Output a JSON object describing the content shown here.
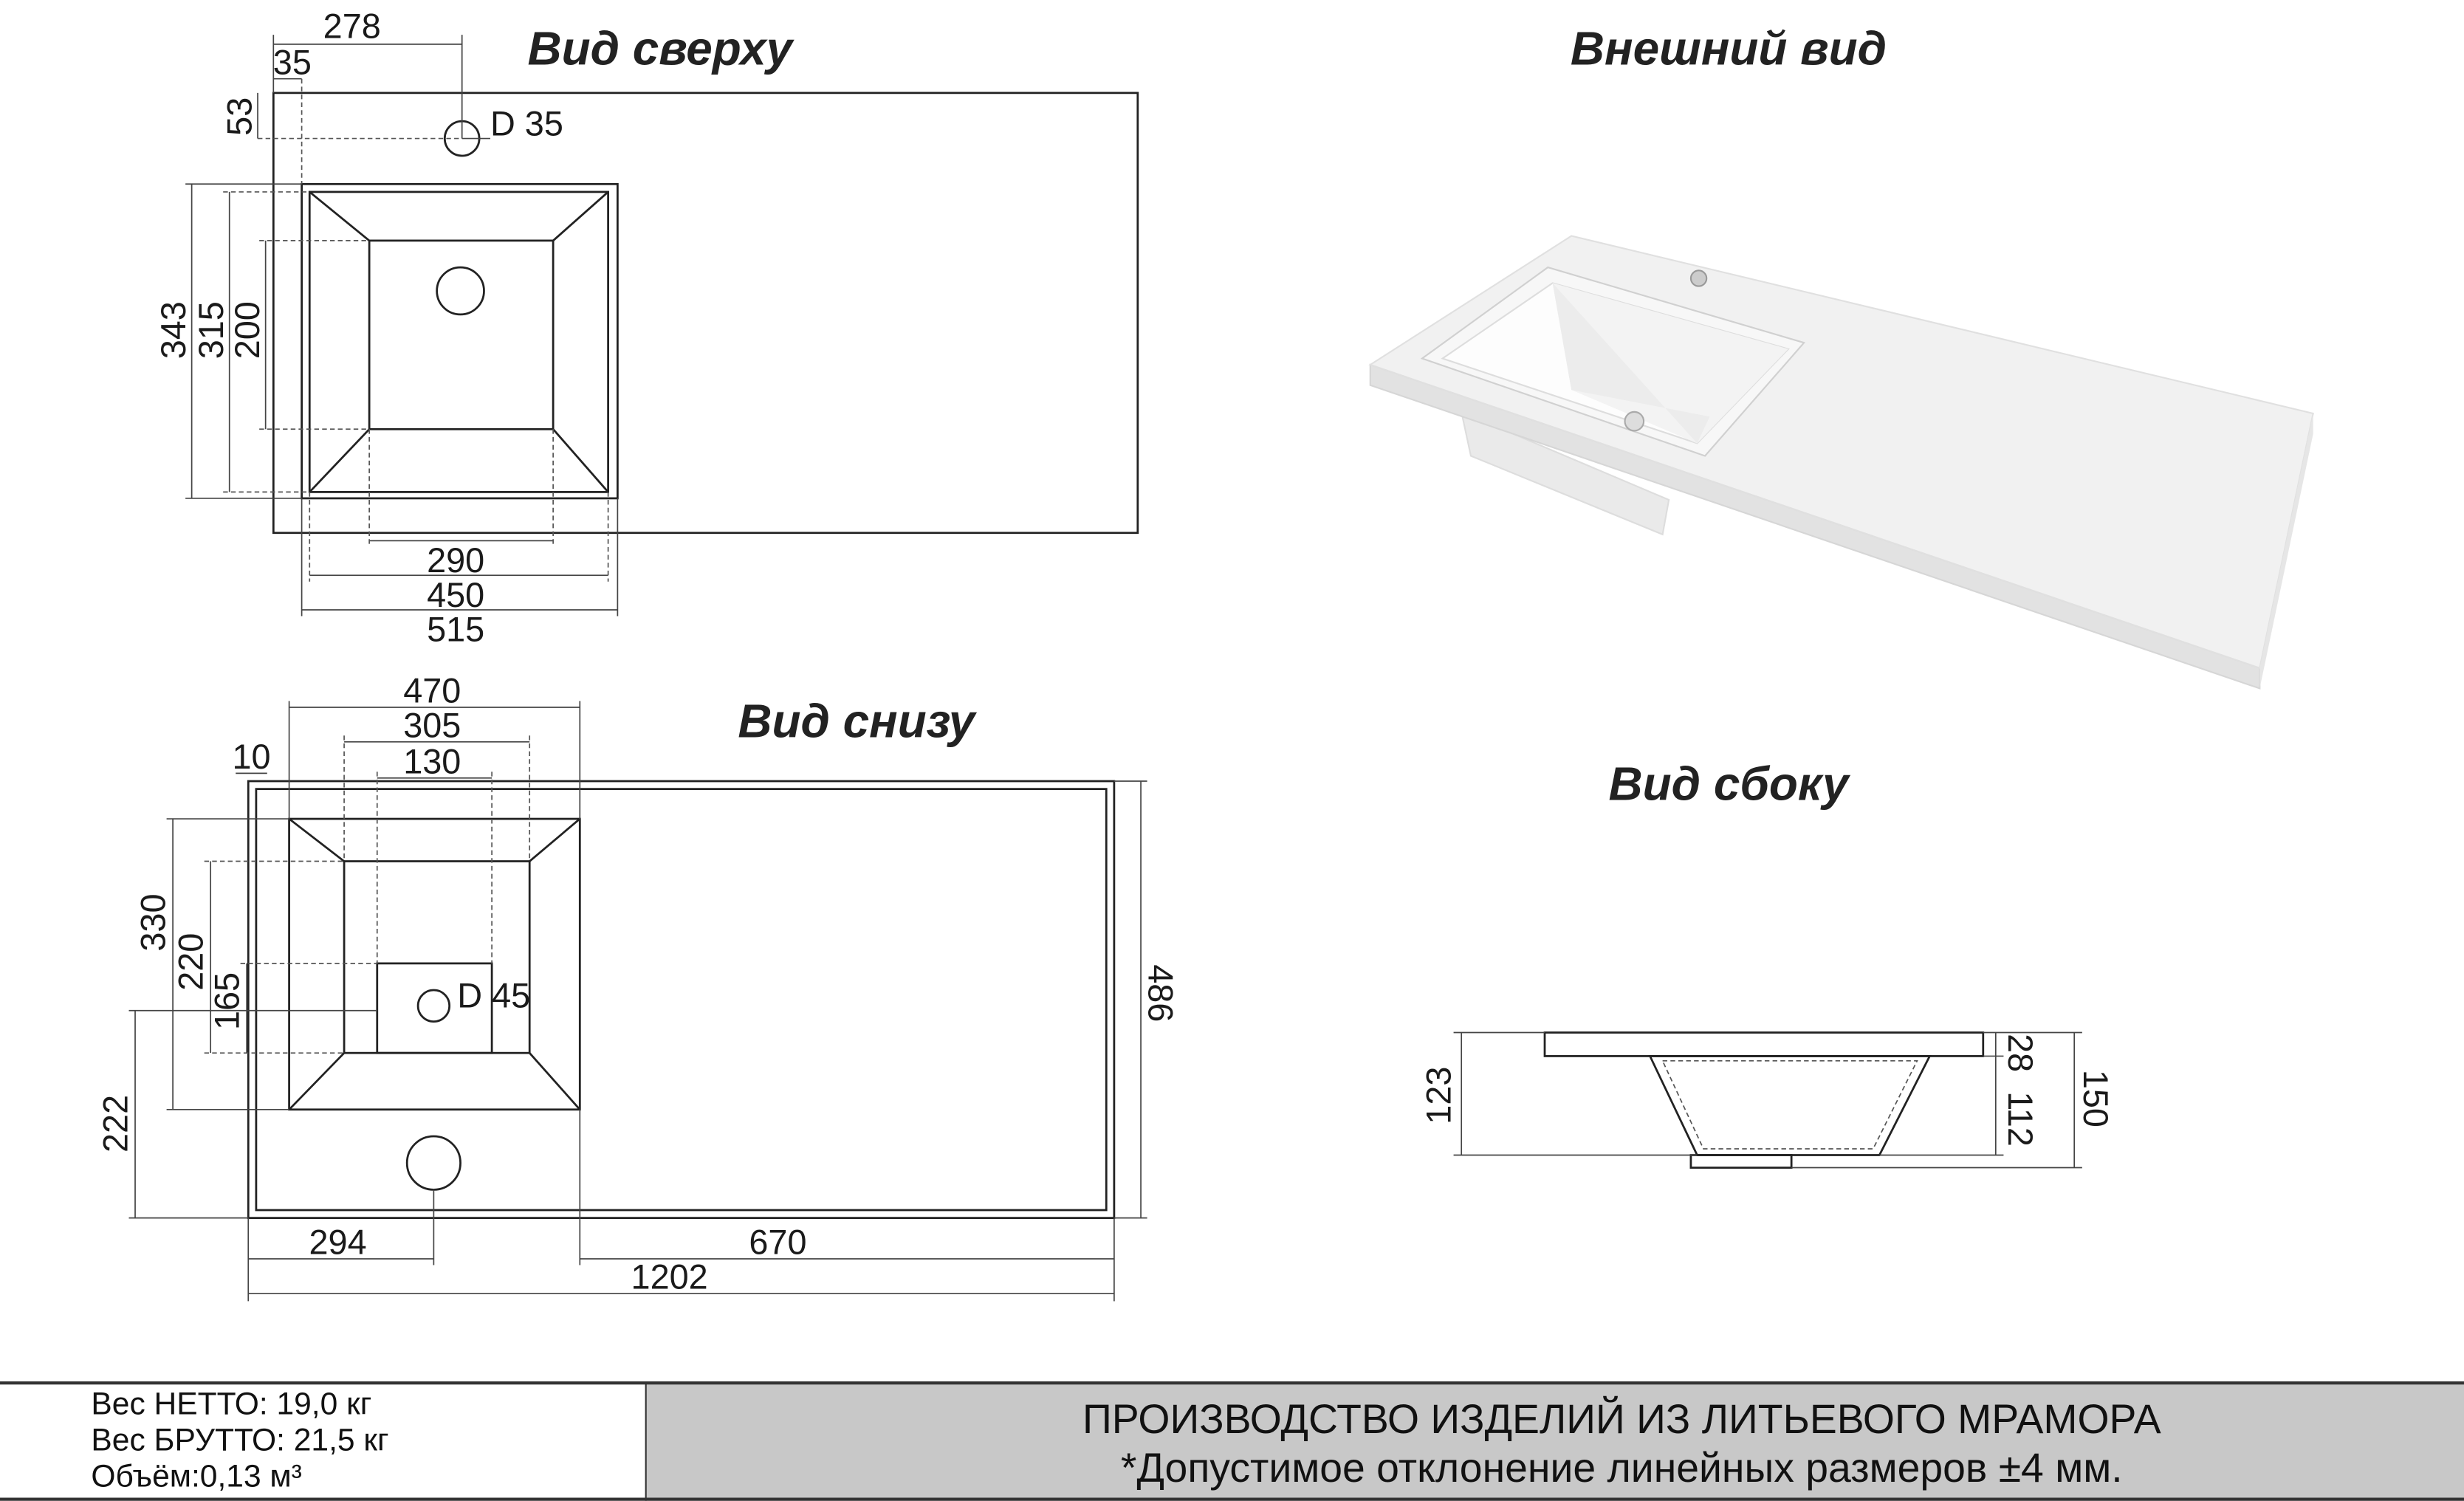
{
  "titles": {
    "top": "Вид сверху",
    "exterior": "Внешний вид",
    "bottom": "Вид снизу",
    "side": "Вид сбоку"
  },
  "top_view": {
    "d278": "278",
    "d35": "35",
    "d53": "53",
    "hole": "D 35",
    "d343": "343",
    "d315": "315",
    "d200": "200",
    "d290": "290",
    "d450": "450",
    "d515": "515"
  },
  "bottom_view": {
    "d470": "470",
    "d305": "305",
    "d130": "130",
    "d10": "10",
    "d330": "330",
    "d220": "220",
    "d165": "165",
    "d222": "222",
    "drain": "D 45",
    "d486": "486",
    "d294": "294",
    "d670": "670",
    "d1202": "1202"
  },
  "side_view": {
    "d123": "123",
    "d28": "28",
    "d112": "112",
    "d150": "150"
  },
  "footer": {
    "net_weight": "Вес НЕТТО: 19,0 кг",
    "gross_weight": "Вес БРУТТО: 21,5 кг",
    "volume": "Объём:0,13 м³",
    "company": "ПРОИЗВОДСТВО ИЗДЕЛИЙ ИЗ ЛИТЬЕВОГО МРАМОРА",
    "tolerance": "*Допустимое отклонение линейных размеров ±4 мм."
  },
  "colors": {
    "footer_bg": "#c8c8c8",
    "line": "#222222"
  }
}
